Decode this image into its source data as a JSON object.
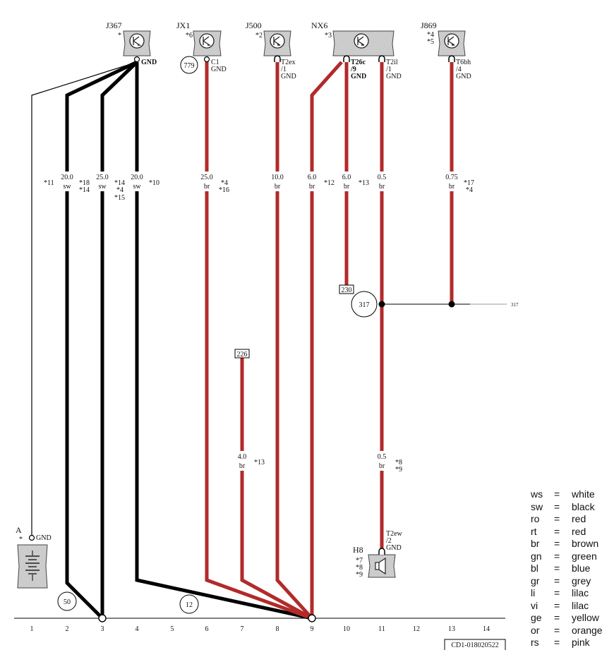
{
  "components": {
    "j367": {
      "code": "J367",
      "star": "*"
    },
    "jx1": {
      "code": "JX1",
      "star": "*6"
    },
    "j500": {
      "code": "J500",
      "star": "*2"
    },
    "nx6": {
      "code": "NX6",
      "star": "*3"
    },
    "j869": {
      "code": "J869",
      "star_a": "*4",
      "star_b": "*5"
    },
    "battery": {
      "code": "A",
      "star": "*",
      "pin": "GND"
    },
    "h8": {
      "code": "H8",
      "star_a": "*7",
      "star_b": "*8",
      "star_c": "*9"
    }
  },
  "pins": {
    "j367": "GND",
    "jx1": [
      "C1",
      "GND"
    ],
    "j500": [
      "T2ex",
      "/1",
      "GND"
    ],
    "nx6": [
      "T26c",
      "/9",
      "GND"
    ],
    "nx6b": [
      "T2il",
      "/1",
      "GND"
    ],
    "j869": [
      "T6bh",
      "/4",
      "GND"
    ],
    "h8": [
      "T2ew",
      "/2",
      "GND"
    ]
  },
  "wires": {
    "w1": {
      "size": "20.0",
      "color": "sw",
      "note": "*11"
    },
    "w2": {
      "size": "25.0",
      "color": "sw",
      "note_a": "*18",
      "note_b": "*14",
      "note_c": "*14",
      "note_d": "*4",
      "note_e": "*15"
    },
    "w3": {
      "size": "20.0",
      "color": "sw",
      "note": "*10"
    },
    "w4": {
      "size": "25.0",
      "color": "br",
      "note_a": "*4",
      "note_b": "*16"
    },
    "w5": {
      "size": "10.0",
      "color": "br"
    },
    "w6": {
      "size": "6.0",
      "color": "br",
      "note": "*12"
    },
    "w7": {
      "size": "6.0",
      "color": "br",
      "note": "*13"
    },
    "w8": {
      "size": "0.5",
      "color": "br"
    },
    "w9": {
      "size": "0.75",
      "color": "br",
      "note_a": "*17",
      "note_b": "*4"
    },
    "w10": {
      "size": "4.0",
      "color": "br",
      "note": "*13"
    },
    "w11": {
      "size": "0.5",
      "color": "br",
      "note_a": "*8",
      "note_b": "*9"
    }
  },
  "connectors": {
    "c779": "779",
    "c317": "317",
    "c317_ref": "317",
    "c50": "50",
    "c12": "12",
    "ref230": "230",
    "ref226": "226"
  },
  "track": [
    "1",
    "2",
    "3",
    "4",
    "5",
    "6",
    "7",
    "8",
    "9",
    "10",
    "11",
    "12",
    "13",
    "14"
  ],
  "diagram_id": "CD1-018020522",
  "legend": [
    {
      "code": "ws",
      "eq": "=",
      "name": "white"
    },
    {
      "code": "sw",
      "eq": "=",
      "name": "black"
    },
    {
      "code": "ro",
      "eq": "=",
      "name": "red"
    },
    {
      "code": "rt",
      "eq": "=",
      "name": "red"
    },
    {
      "code": "br",
      "eq": "=",
      "name": "brown"
    },
    {
      "code": "gn",
      "eq": "=",
      "name": "green"
    },
    {
      "code": "bl",
      "eq": "=",
      "name": "blue"
    },
    {
      "code": "gr",
      "eq": "=",
      "name": "grey"
    },
    {
      "code": "li",
      "eq": "=",
      "name": "lilac"
    },
    {
      "code": "vi",
      "eq": "=",
      "name": "lilac"
    },
    {
      "code": "ge",
      "eq": "=",
      "name": "yellow"
    },
    {
      "code": "or",
      "eq": "=",
      "name": "orange"
    },
    {
      "code": "rs",
      "eq": "=",
      "name": "pink"
    }
  ],
  "colors": {
    "black_wire": "#000000",
    "brown_wire": "#b22a2a",
    "component_fill": "#d4d4d4"
  }
}
